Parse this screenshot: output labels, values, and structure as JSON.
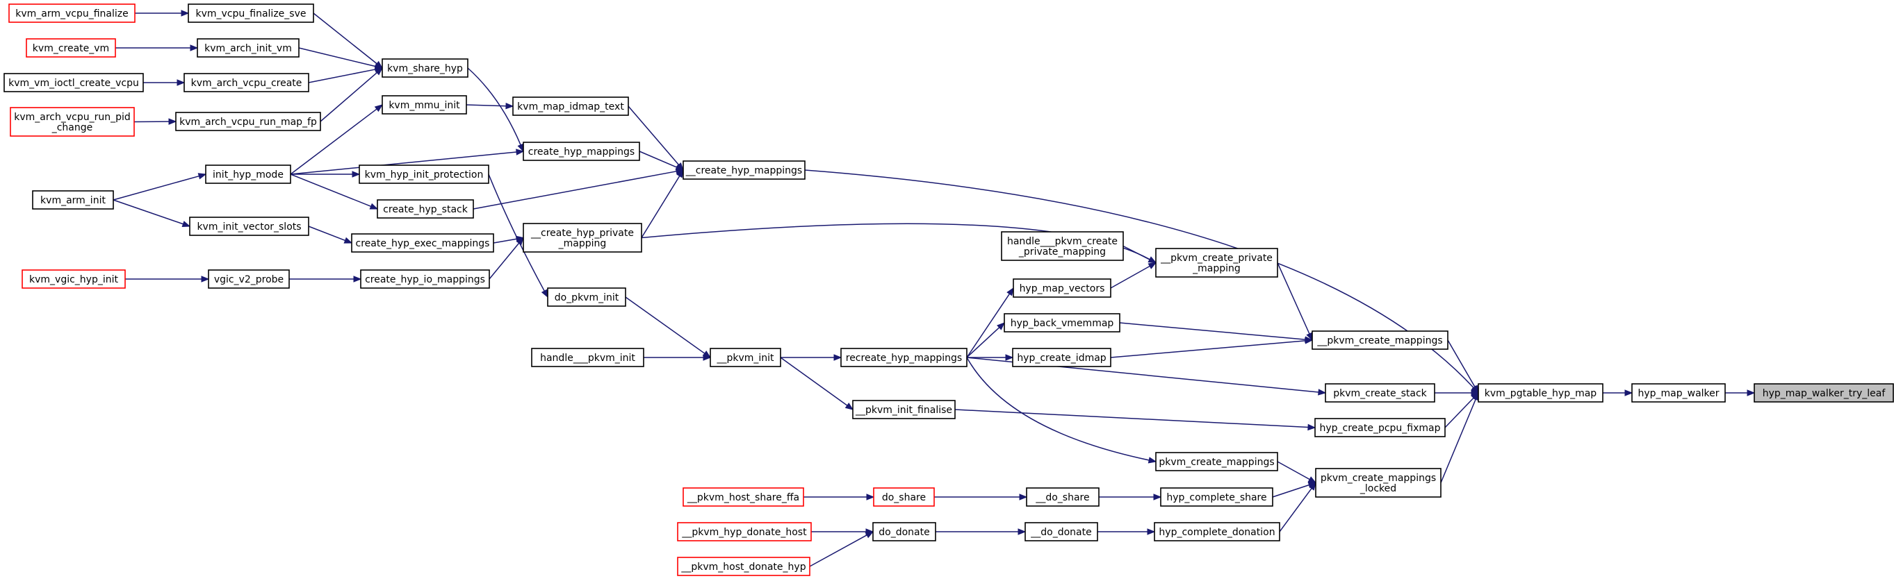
{
  "graph": {
    "colors": {
      "edge": "#191970",
      "border_normal": "#000000",
      "border_truncated": "#ff0000",
      "fill_normal": "#ffffff",
      "fill_target": "#bfbfbf"
    },
    "nodes": [
      {
        "id": "n_target",
        "lines": [
          "hyp_map_walker_try_leaf"
        ],
        "style": "target"
      },
      {
        "id": "n_walker",
        "lines": [
          "hyp_map_walker"
        ],
        "style": "normal"
      },
      {
        "id": "n_pgt",
        "lines": [
          "kvm_pgtable_hyp_map"
        ],
        "style": "normal"
      },
      {
        "id": "n_chm",
        "lines": [
          "__create_hyp_mappings"
        ],
        "style": "normal"
      },
      {
        "id": "n_pcm",
        "lines": [
          "__pkvm_create_mappings"
        ],
        "style": "normal"
      },
      {
        "id": "n_pcs",
        "lines": [
          "pkvm_create_stack"
        ],
        "style": "normal"
      },
      {
        "id": "n_hcpf",
        "lines": [
          "hyp_create_pcpu_fixmap"
        ],
        "style": "normal"
      },
      {
        "id": "n_pcml",
        "lines": [
          "pkvm_create_mappings",
          "_locked"
        ],
        "style": "normal"
      },
      {
        "id": "n_kmit",
        "lines": [
          "kvm_map_idmap_text"
        ],
        "style": "normal"
      },
      {
        "id": "n_cym",
        "lines": [
          "create_hyp_mappings"
        ],
        "style": "normal"
      },
      {
        "id": "n_chs",
        "lines": [
          "create_hyp_stack"
        ],
        "style": "normal"
      },
      {
        "id": "n_chpm",
        "lines": [
          "__create_hyp_private",
          "_mapping"
        ],
        "style": "normal"
      },
      {
        "id": "n_ppm",
        "lines": [
          "__pkvm_create_private",
          "_mapping"
        ],
        "style": "normal"
      },
      {
        "id": "n_hpcpm",
        "lines": [
          "handle___pkvm_create",
          "_private_mapping"
        ],
        "style": "normal"
      },
      {
        "id": "n_hmv",
        "lines": [
          "hyp_map_vectors"
        ],
        "style": "normal"
      },
      {
        "id": "n_hbv",
        "lines": [
          "hyp_back_vmemmap"
        ],
        "style": "normal"
      },
      {
        "id": "n_hci",
        "lines": [
          "hyp_create_idmap"
        ],
        "style": "normal"
      },
      {
        "id": "n_rhm",
        "lines": [
          "recreate_hyp_mappings"
        ],
        "style": "normal"
      },
      {
        "id": "n_pinit",
        "lines": [
          "__pkvm_init"
        ],
        "style": "normal"
      },
      {
        "id": "n_hpi",
        "lines": [
          "handle___pkvm_init"
        ],
        "style": "normal"
      },
      {
        "id": "n_dpi",
        "lines": [
          "do_pkvm_init"
        ],
        "style": "normal"
      },
      {
        "id": "n_pif",
        "lines": [
          "__pkvm_init_finalise"
        ],
        "style": "normal"
      },
      {
        "id": "n_pkcm",
        "lines": [
          "pkvm_create_mappings"
        ],
        "style": "normal"
      },
      {
        "id": "n_hcs",
        "lines": [
          "hyp_complete_share"
        ],
        "style": "normal"
      },
      {
        "id": "n_hcd",
        "lines": [
          "hyp_complete_donation"
        ],
        "style": "normal"
      },
      {
        "id": "n_dsh2",
        "lines": [
          "__do_share"
        ],
        "style": "normal"
      },
      {
        "id": "n_dsh",
        "lines": [
          "do_share"
        ],
        "style": "truncated"
      },
      {
        "id": "n_phsf",
        "lines": [
          "__pkvm_host_share_ffa"
        ],
        "style": "truncated"
      },
      {
        "id": "n_ddn2",
        "lines": [
          "__do_donate"
        ],
        "style": "normal"
      },
      {
        "id": "n_ddn",
        "lines": [
          "do_donate"
        ],
        "style": "normal"
      },
      {
        "id": "n_phdh",
        "lines": [
          "__pkvm_hyp_donate_host"
        ],
        "style": "truncated"
      },
      {
        "id": "n_phdy",
        "lines": [
          "__pkvm_host_donate_hyp"
        ],
        "style": "truncated"
      },
      {
        "id": "n_ksh",
        "lines": [
          "kvm_share_hyp"
        ],
        "style": "normal"
      },
      {
        "id": "n_kvfs",
        "lines": [
          "kvm_vcpu_finalize_sve"
        ],
        "style": "normal"
      },
      {
        "id": "n_kavf",
        "lines": [
          "kvm_arm_vcpu_finalize"
        ],
        "style": "truncated"
      },
      {
        "id": "n_kaiv",
        "lines": [
          "kvm_arch_init_vm"
        ],
        "style": "normal"
      },
      {
        "id": "n_kcv",
        "lines": [
          "kvm_create_vm"
        ],
        "style": "truncated"
      },
      {
        "id": "n_kavc",
        "lines": [
          "kvm_arch_vcpu_create"
        ],
        "style": "normal"
      },
      {
        "id": "n_kvicv",
        "lines": [
          "kvm_vm_ioctl_create_vcpu"
        ],
        "style": "normal"
      },
      {
        "id": "n_kavrm",
        "lines": [
          "kvm_arch_vcpu_run_map_fp"
        ],
        "style": "normal"
      },
      {
        "id": "n_kavrp",
        "lines": [
          "kvm_arch_vcpu_run_pid",
          "_change"
        ],
        "style": "truncated"
      },
      {
        "id": "n_kmmu",
        "lines": [
          "kvm_mmu_init"
        ],
        "style": "normal"
      },
      {
        "id": "n_ihm",
        "lines": [
          "init_hyp_mode"
        ],
        "style": "normal"
      },
      {
        "id": "n_kai",
        "lines": [
          "kvm_arm_init"
        ],
        "style": "normal"
      },
      {
        "id": "n_khip",
        "lines": [
          "kvm_hyp_init_protection"
        ],
        "style": "normal"
      },
      {
        "id": "n_kivs",
        "lines": [
          "kvm_init_vector_slots"
        ],
        "style": "normal"
      },
      {
        "id": "n_chem",
        "lines": [
          "create_hyp_exec_mappings"
        ],
        "style": "normal"
      },
      {
        "id": "n_chim",
        "lines": [
          "create_hyp_io_mappings"
        ],
        "style": "normal"
      },
      {
        "id": "n_vvp",
        "lines": [
          "vgic_v2_probe"
        ],
        "style": "normal"
      },
      {
        "id": "n_kvhi",
        "lines": [
          "kvm_vgic_hyp_init"
        ],
        "style": "truncated"
      }
    ],
    "edges": [
      [
        "n_walker",
        "n_target"
      ],
      [
        "n_pgt",
        "n_walker"
      ],
      [
        "n_chm",
        "n_pgt"
      ],
      [
        "n_pcm",
        "n_pgt"
      ],
      [
        "n_pcs",
        "n_pgt"
      ],
      [
        "n_hcpf",
        "n_pgt"
      ],
      [
        "n_pcml",
        "n_pgt"
      ],
      [
        "n_kmit",
        "n_chm"
      ],
      [
        "n_cym",
        "n_chm"
      ],
      [
        "n_chs",
        "n_chm"
      ],
      [
        "n_chpm",
        "n_chm"
      ],
      [
        "n_ppm",
        "n_pcm"
      ],
      [
        "n_hbv",
        "n_pcm"
      ],
      [
        "n_hci",
        "n_pcm"
      ],
      [
        "n_rhm",
        "n_pcs"
      ],
      [
        "n_pif",
        "n_hcpf"
      ],
      [
        "n_pkcm",
        "n_pcml"
      ],
      [
        "n_hcs",
        "n_pcml"
      ],
      [
        "n_hcd",
        "n_pcml"
      ],
      [
        "n_hpcpm",
        "n_ppm"
      ],
      [
        "n_hmv",
        "n_ppm"
      ],
      [
        "n_chpm",
        "n_ppm"
      ],
      [
        "n_rhm",
        "n_hmv"
      ],
      [
        "n_rhm",
        "n_hbv"
      ],
      [
        "n_rhm",
        "n_hci"
      ],
      [
        "n_rhm",
        "n_pkcm"
      ],
      [
        "n_pinit",
        "n_rhm"
      ],
      [
        "n_pinit",
        "n_pif"
      ],
      [
        "n_hpi",
        "n_pinit"
      ],
      [
        "n_dpi",
        "n_pinit"
      ],
      [
        "n_khip",
        "n_dpi"
      ],
      [
        "n_dsh2",
        "n_hcs"
      ],
      [
        "n_dsh",
        "n_dsh2"
      ],
      [
        "n_phsf",
        "n_dsh"
      ],
      [
        "n_ddn2",
        "n_hcd"
      ],
      [
        "n_ddn",
        "n_ddn2"
      ],
      [
        "n_phdh",
        "n_ddn"
      ],
      [
        "n_phdy",
        "n_ddn"
      ],
      [
        "n_ksh",
        "n_cym"
      ],
      [
        "n_kmmu",
        "n_kmit"
      ],
      [
        "n_ihm",
        "n_cym"
      ],
      [
        "n_ihm",
        "n_chs"
      ],
      [
        "n_ihm",
        "n_kmmu"
      ],
      [
        "n_ihm",
        "n_khip"
      ],
      [
        "n_kvfs",
        "n_ksh"
      ],
      [
        "n_kaiv",
        "n_ksh"
      ],
      [
        "n_kavc",
        "n_ksh"
      ],
      [
        "n_kavrm",
        "n_ksh"
      ],
      [
        "n_kavf",
        "n_kvfs"
      ],
      [
        "n_kcv",
        "n_kaiv"
      ],
      [
        "n_kvicv",
        "n_kavc"
      ],
      [
        "n_kavrp",
        "n_kavrm"
      ],
      [
        "n_kai",
        "n_ihm"
      ],
      [
        "n_kai",
        "n_kivs"
      ],
      [
        "n_kivs",
        "n_chem"
      ],
      [
        "n_chem",
        "n_chpm"
      ],
      [
        "n_chim",
        "n_chpm"
      ],
      [
        "n_vvp",
        "n_chim"
      ],
      [
        "n_kvhi",
        "n_vvp"
      ]
    ]
  }
}
